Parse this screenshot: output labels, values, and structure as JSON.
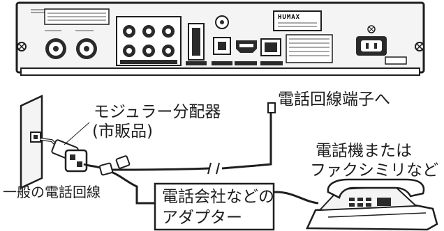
{
  "labels": {
    "modular_splitter": "モジュラー分配器",
    "commercial": "(市販品)",
    "to_phone_jack": "電話回線端子へ",
    "phone_or_fax_line1": "電話機または",
    "phone_or_fax_line2": "ファクシミリなど",
    "general_phone_line": "一般の電話回線",
    "adapter_line1": "電話会社などの",
    "adapter_line2": "アダプター"
  },
  "device": {
    "brand": "HUMAX"
  },
  "colors": {
    "ink": "#1e1e1e",
    "panel": "#f4f4f4",
    "dark": "#2a2a2a"
  }
}
